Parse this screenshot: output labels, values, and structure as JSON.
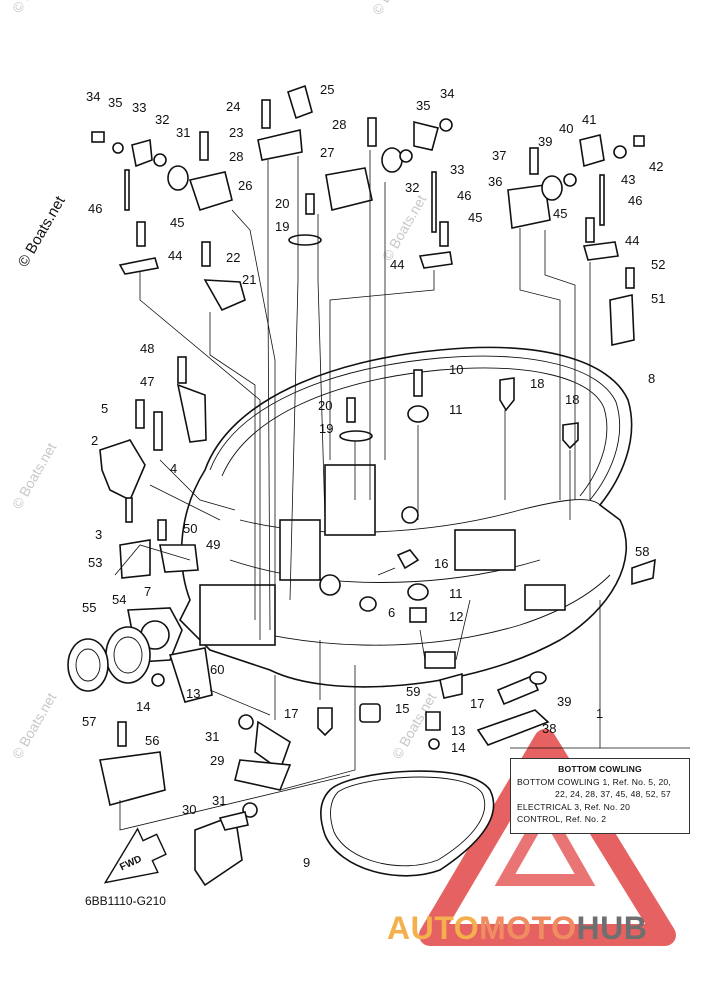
{
  "diagram_code": "6BB1110-G210",
  "watermark": "© Boats.net",
  "fwd_label": "FWD",
  "colors": {
    "logo_red": "#e24646",
    "logo_orange": "#f3b04c",
    "logo_coral": "#f08c62",
    "logo_grey": "#6f6f6f"
  },
  "brand": {
    "part1": "AUTO",
    "part2": "MOTO",
    "part3": "HUB"
  },
  "info_box": {
    "title": "BOTTOM COWLING",
    "line1": "BOTTOM COWLING 1, Ref. No. 5, 20,",
    "line2": "22, 24, 28, 37, 45, 48, 52, 57",
    "line3": "ELECTRICAL 3, Ref. No. 20",
    "line4": "CONTROL, Ref. No. 2"
  },
  "callouts": [
    "1",
    "2",
    "3",
    "4",
    "5",
    "6",
    "7",
    "8",
    "9",
    "10",
    "11",
    "11",
    "12",
    "13",
    "13",
    "14",
    "14",
    "15",
    "16",
    "17",
    "17",
    "18",
    "18",
    "19",
    "19",
    "20",
    "20",
    "21",
    "22",
    "23",
    "24",
    "25",
    "26",
    "27",
    "28",
    "28",
    "29",
    "30",
    "31",
    "31",
    "31",
    "32",
    "32",
    "33",
    "33",
    "34",
    "34",
    "35",
    "35",
    "36",
    "37",
    "38",
    "39",
    "39",
    "40",
    "41",
    "42",
    "43",
    "44",
    "44",
    "44",
    "45",
    "45",
    "45",
    "46",
    "46",
    "46",
    "47",
    "48",
    "49",
    "50",
    "51",
    "52",
    "53",
    "54",
    "55",
    "56",
    "57",
    "58",
    "59",
    "60"
  ]
}
